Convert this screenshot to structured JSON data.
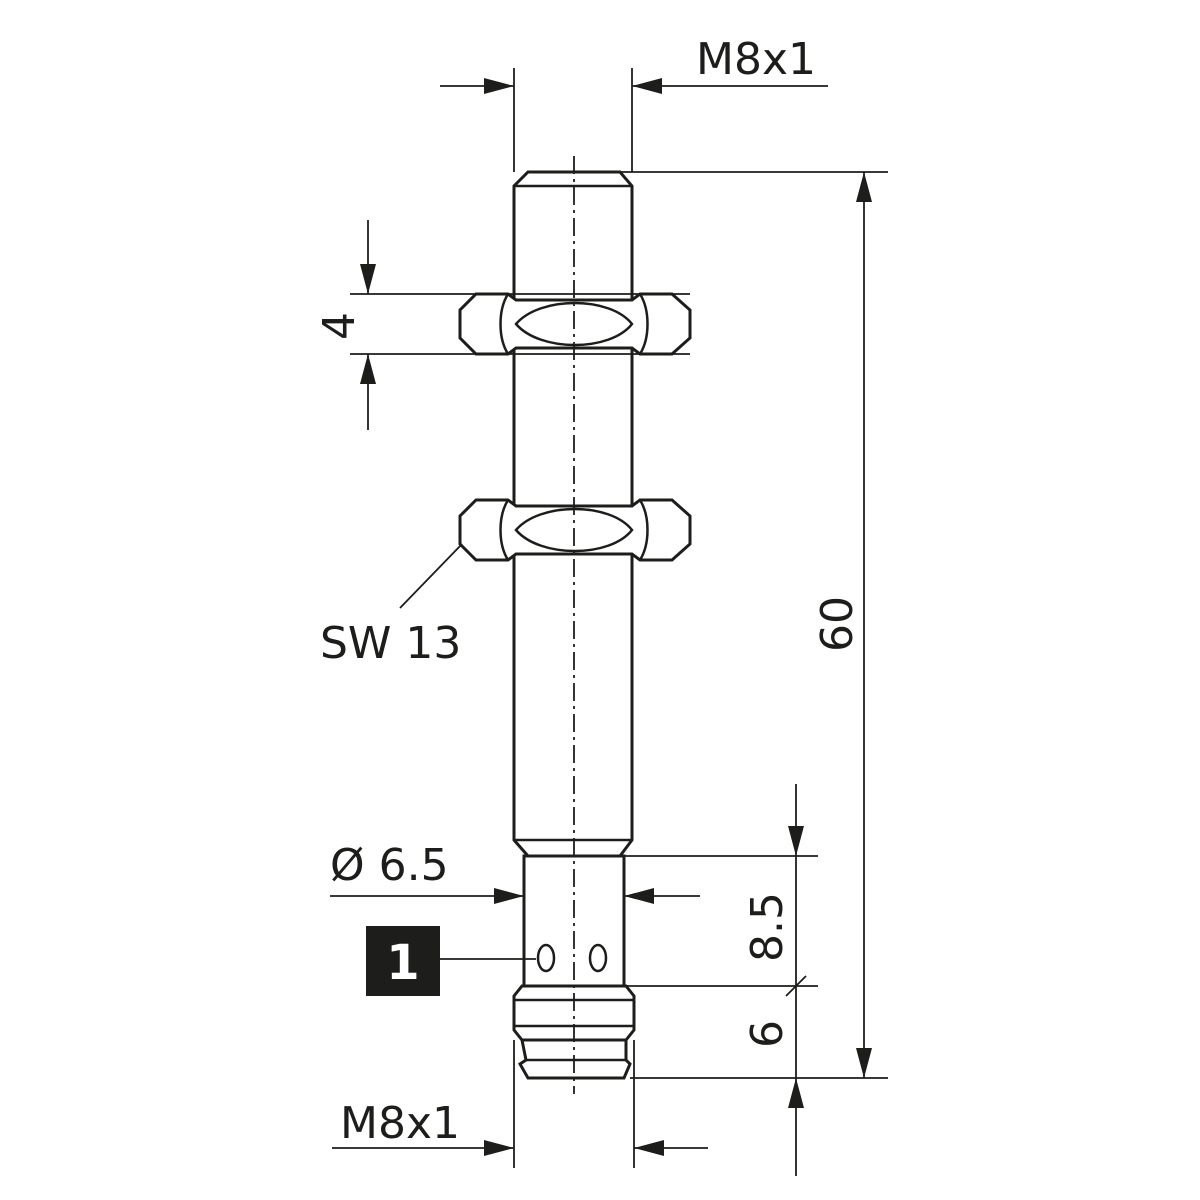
{
  "labels": {
    "thread_top": "M8x1",
    "thread_bottom": "M8x1",
    "nut_thickness": "4",
    "total_length": "60",
    "wrench_size": "SW 13",
    "diameter": "Ø 6.5",
    "led_section": "8.5",
    "connector_length": "6"
  },
  "callout": {
    "number": "1"
  }
}
